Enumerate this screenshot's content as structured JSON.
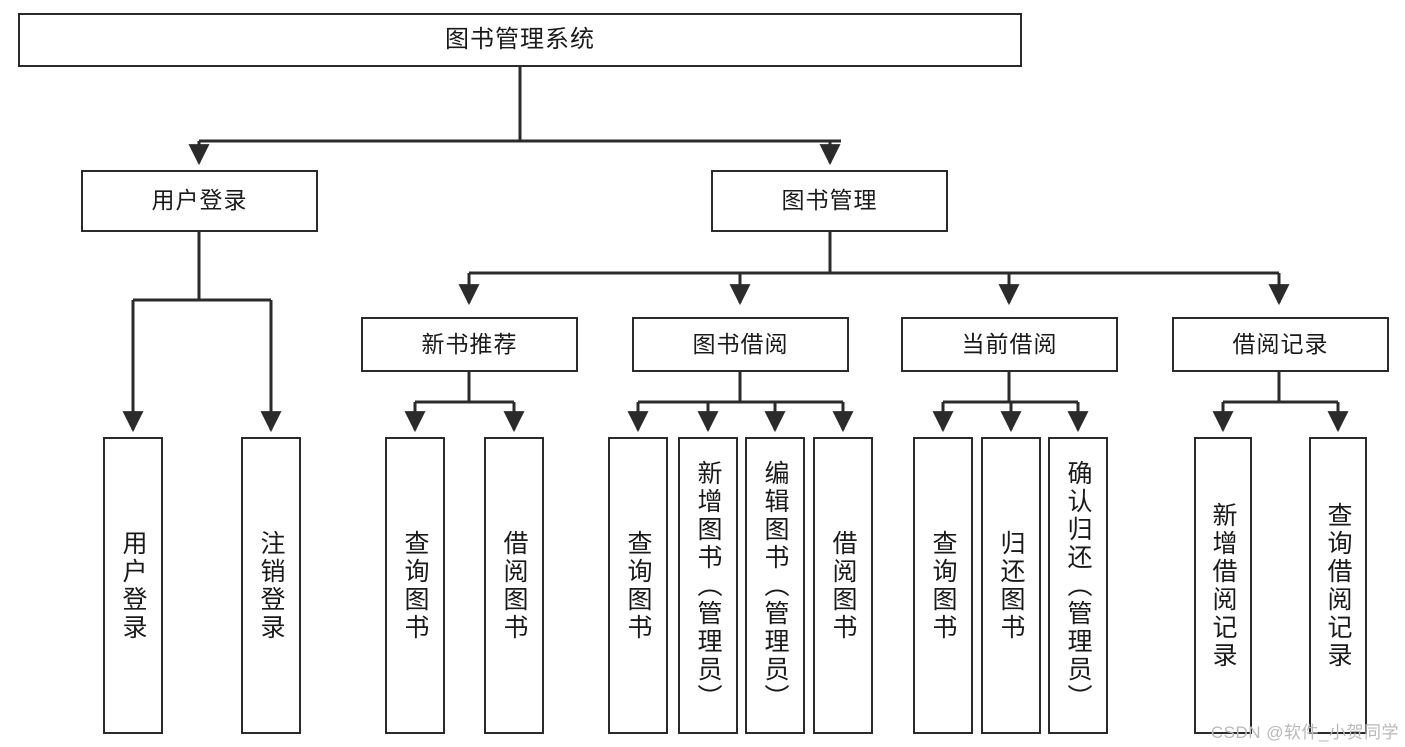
{
  "diagram": {
    "title": "图书管理系统",
    "type": "tree-hierarchy",
    "theme": {
      "border_color": "#2b2b2b",
      "background": "#ffffff",
      "text_color": "#1a1a1a",
      "watermark_color": "#b9b9b9"
    },
    "root": {
      "label": "图书管理系统"
    },
    "level2": [
      {
        "label": "用户登录"
      },
      {
        "label": "图书管理"
      }
    ],
    "level3": [
      {
        "label": "新书推荐"
      },
      {
        "label": "图书借阅"
      },
      {
        "label": "当前借阅"
      },
      {
        "label": "借阅记录"
      }
    ],
    "leaves": {
      "user_login": [
        {
          "label": "用户登录"
        },
        {
          "label": "注销登录"
        }
      ],
      "new_book_recommend": [
        {
          "label": "查询图书"
        },
        {
          "label": "借阅图书"
        }
      ],
      "book_borrow": [
        {
          "label": "查询图书"
        },
        {
          "label": "新增图书（管理员）"
        },
        {
          "label": "编辑图书（管理员）"
        },
        {
          "label": "借阅图书"
        }
      ],
      "current_borrow": [
        {
          "label": "查询图书"
        },
        {
          "label": "归还图书"
        },
        {
          "label": "确认归还（管理员）"
        }
      ],
      "borrow_records": [
        {
          "label": "新增借阅记录"
        },
        {
          "label": "查询借阅记录"
        }
      ]
    }
  },
  "watermark": {
    "text": "CSDN @软件_小贺同学"
  }
}
